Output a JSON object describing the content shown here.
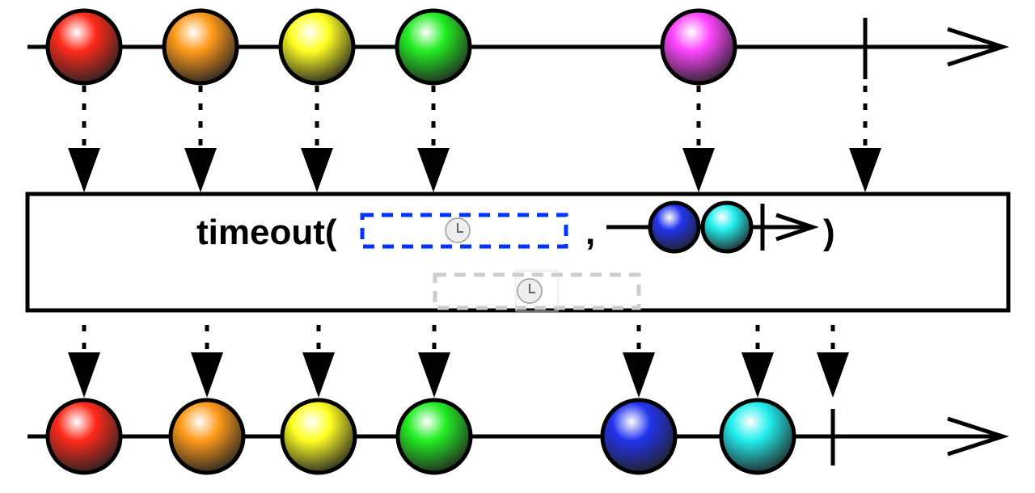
{
  "operator": {
    "name": "timeout(",
    "comma": ",",
    "close": ")"
  },
  "colors": {
    "red": "#ff2a1a",
    "orange": "#ff9a1a",
    "yellow": "#ffff22",
    "green": "#22ee22",
    "magenta": "#ff44ff",
    "blue": "#2233ee",
    "cyan": "#22eeee",
    "timer_dash": "#0033ff",
    "timer_ghost": "#cccccc"
  },
  "source_stream": {
    "marbles": [
      "red",
      "orange",
      "yellow",
      "green",
      "magenta"
    ],
    "completes": true
  },
  "fallback_stream": {
    "marbles": [
      "blue",
      "cyan"
    ],
    "completes": true
  },
  "output_stream": {
    "marbles": [
      "red",
      "orange",
      "yellow",
      "green",
      "blue",
      "cyan"
    ],
    "completes": true
  },
  "icons": {
    "timer": "clock-icon"
  }
}
